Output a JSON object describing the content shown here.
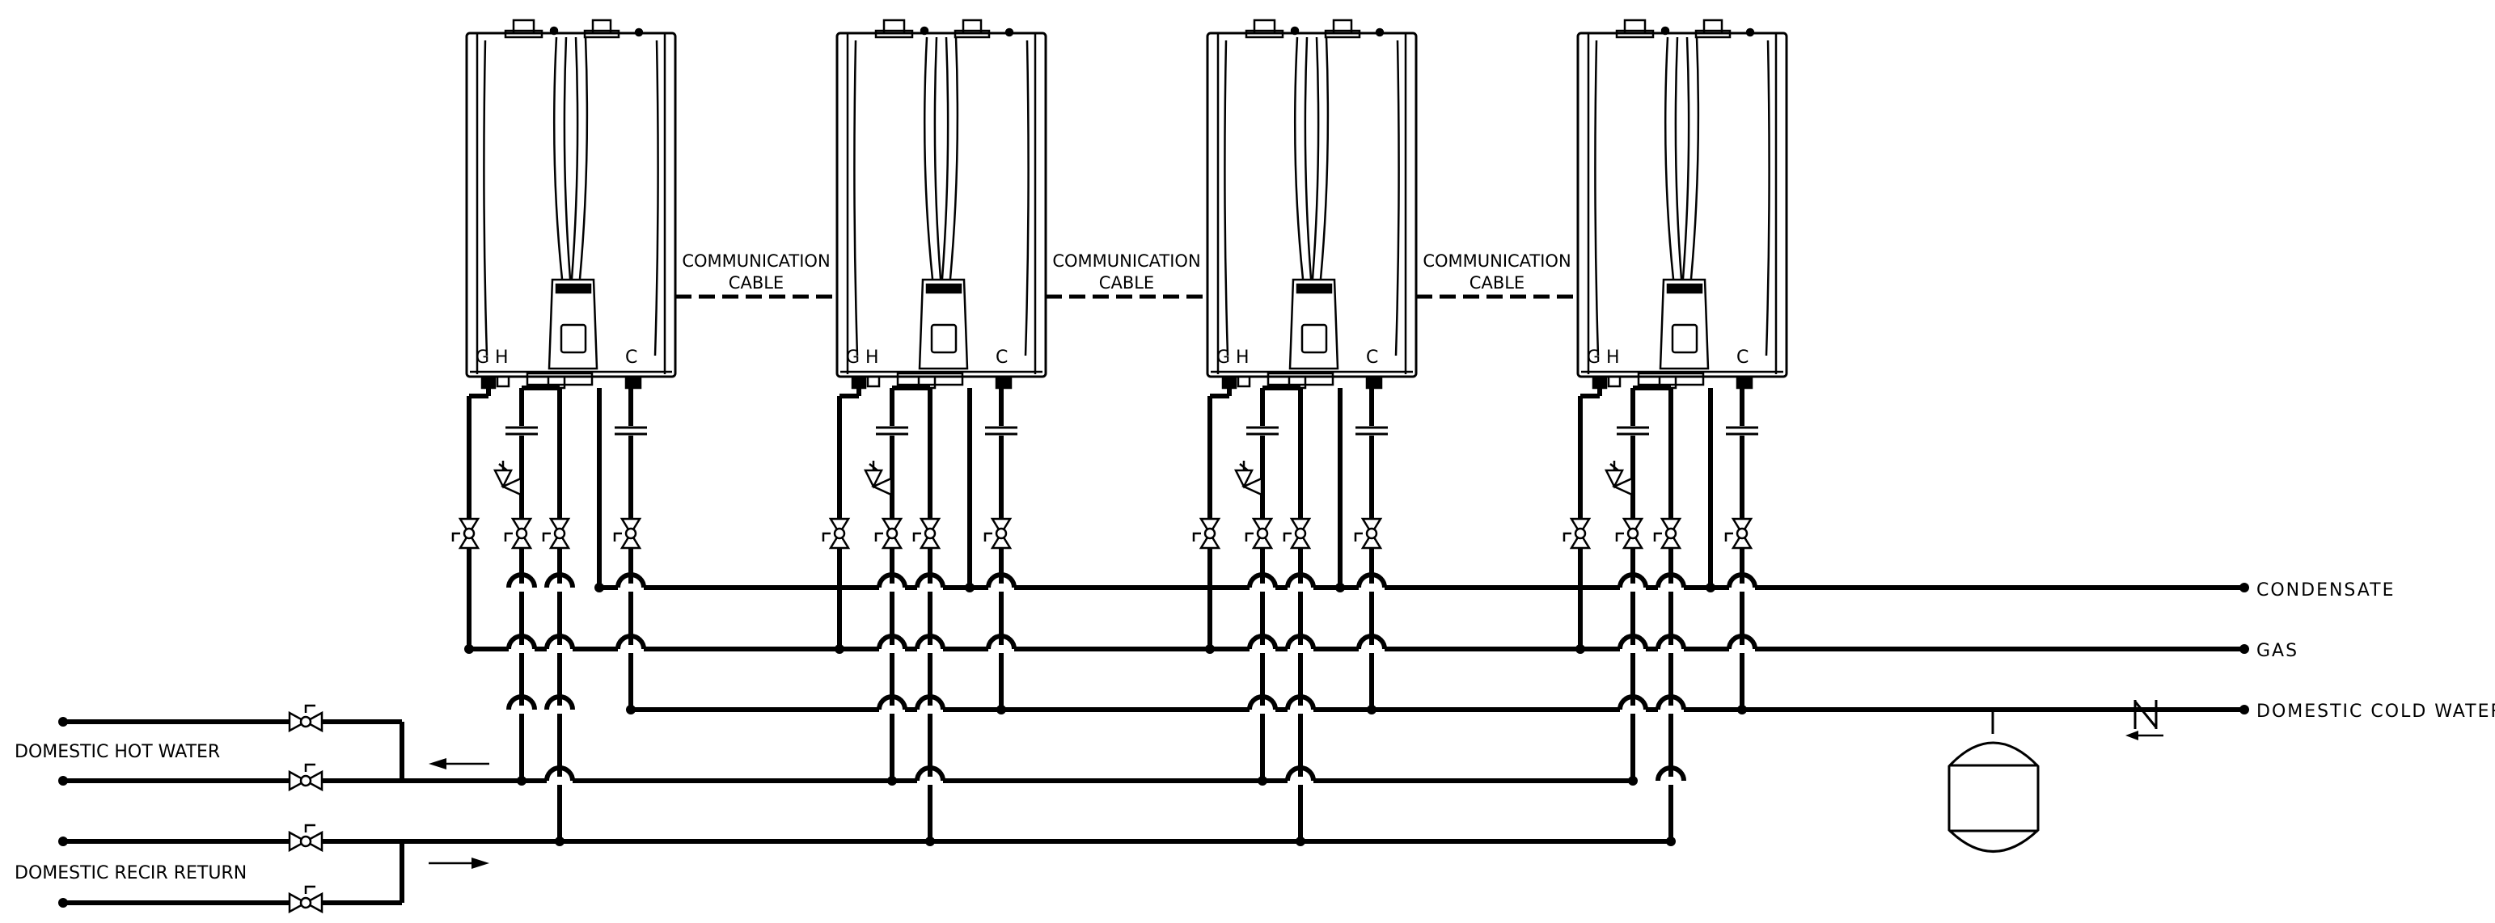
{
  "heater": {
    "gas_letter": "G",
    "hot_letter": "H",
    "cold_letter": "C"
  },
  "cables": [
    {
      "line1": "COMMUNICATION",
      "line2": "CABLE"
    },
    {
      "line1": "COMMUNICATION",
      "line2": "CABLE"
    },
    {
      "line1": "COMMUNICATION",
      "line2": "CABLE"
    }
  ],
  "lines": {
    "condensate": "CONDENSATE",
    "gas": "GAS",
    "cold_water": "DOMESTIC COLD WATER",
    "hot_water": "DOMESTIC HOT WATER",
    "recir_return": "DOMESTIC RECIR RETURN"
  }
}
